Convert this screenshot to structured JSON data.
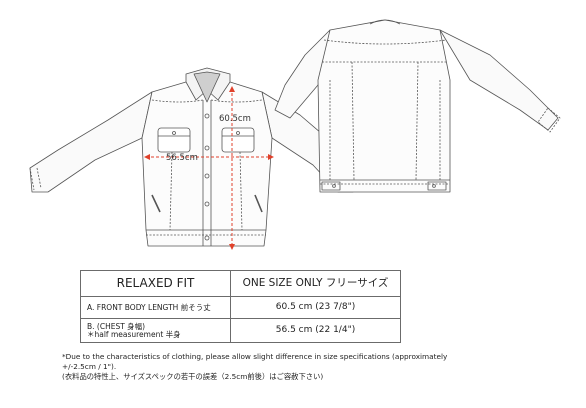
{
  "dimensions": {
    "chest_label": "56.5cm",
    "length_label": "60.5cm"
  },
  "table": {
    "header": {
      "fit": "RELAXED FIT",
      "size": "ONE SIZE ONLY フリーサイズ"
    },
    "rows": [
      {
        "label_line1": "A.  FRONT BODY LENGTH  前そう丈",
        "label_line2": "",
        "value": "60.5 cm (23 7/8\")"
      },
      {
        "label_line1": "B. (CHEST 身幅)",
        "label_line2": "＊half measurement 半身",
        "value": "56.5 cm (22 1/4\")"
      }
    ]
  },
  "notes": {
    "line1": "*Due to the characteristics of clothing, please allow slight difference in size specifications (approximately",
    "line2": "+/-2.5cm / 1\").",
    "line3": "(衣料品の特性上、サイズスペックの若干の誤差（2.5cm前後）はご容赦下さい)"
  },
  "colors": {
    "measure_line": "#e0412b",
    "outline": "#555555"
  }
}
